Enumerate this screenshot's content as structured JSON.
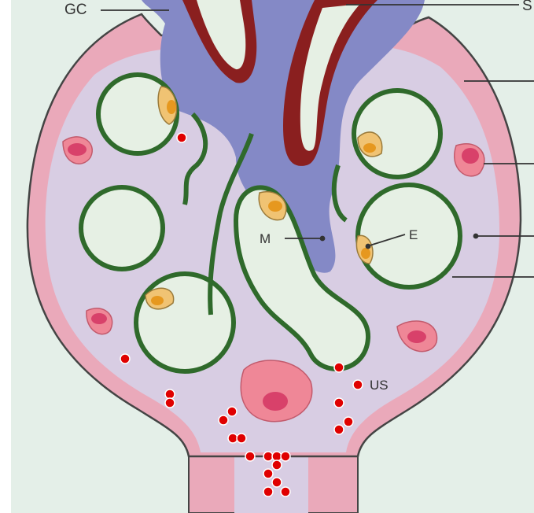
{
  "labels": {
    "gc": "GC",
    "s": "S",
    "m": "M",
    "e": "E",
    "us": "US"
  },
  "colors": {
    "background": "#e4efe8",
    "capsule_outer": "#eaa9ba",
    "capsule_inner": "#d8cde3",
    "mesangium": "#8489c6",
    "capillary_wall": "#2f6a2b",
    "endothelial": "#f0c373",
    "lumen": "#e6f0e4",
    "arteriole": "#8a1f1f",
    "marker": "#e00000"
  },
  "icons": {
    "marker": "red-dot-marker"
  }
}
